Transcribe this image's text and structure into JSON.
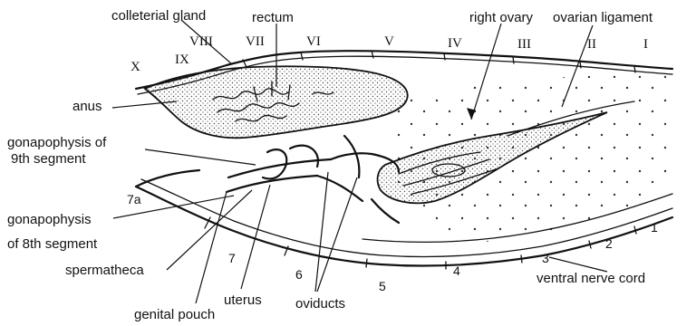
{
  "labels": {
    "colleterial_gland": "colleterial gland",
    "rectum": "rectum",
    "right_ovary": "right ovary",
    "ovarian_ligament": "ovarian ligament",
    "anus": "anus",
    "gonapophysis_9_line1": "gonapophysis of",
    "gonapophysis_9_line2": "9th segment",
    "gonapophysis_8_line1": "gonapophysis",
    "gonapophysis_8_line2": "of 8th segment",
    "spermatheca": "spermatheca",
    "genital_pouch": "genital pouch",
    "uterus": "uterus",
    "oviducts": "oviducts",
    "ventral_nerve_cord": "ventral nerve cord"
  },
  "tergites": [
    "X",
    "IX",
    "VIII",
    "VII",
    "VI",
    "V",
    "IV",
    "III",
    "II",
    "I"
  ],
  "sternites": [
    "7a",
    "7",
    "6",
    "5",
    "4",
    "3",
    "2",
    "1"
  ]
}
